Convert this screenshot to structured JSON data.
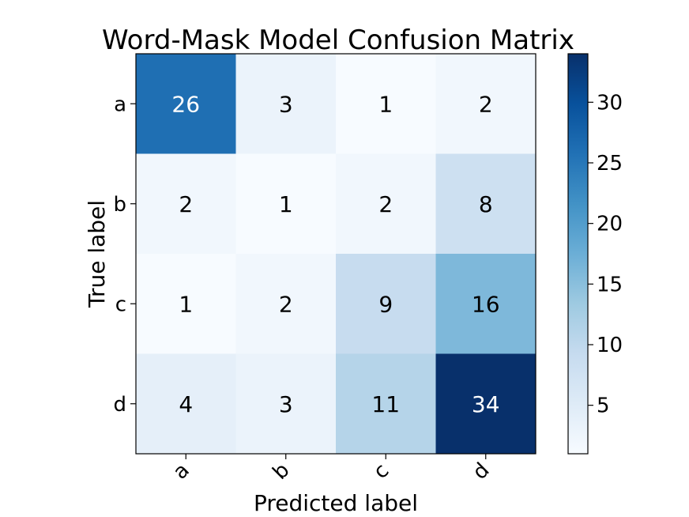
{
  "chart_data": {
    "type": "heatmap",
    "title": "Word-Mask Model Confusion Matrix",
    "xlabel": "Predicted label",
    "ylabel": "True label",
    "x_categories": [
      "a",
      "b",
      "c",
      "d"
    ],
    "y_categories": [
      "a",
      "b",
      "c",
      "d"
    ],
    "values": [
      [
        26,
        3,
        1,
        2
      ],
      [
        2,
        1,
        2,
        8
      ],
      [
        1,
        2,
        9,
        16
      ],
      [
        4,
        3,
        11,
        34
      ]
    ],
    "colormap": "Blues",
    "color_range": [
      1,
      34
    ],
    "colorbar_ticks": [
      5,
      10,
      15,
      20,
      25,
      30
    ],
    "colors": {
      "low": "#f7fbff",
      "high": "#08306b",
      "text_light": "#ffffff",
      "text_dark": "#000000"
    }
  }
}
